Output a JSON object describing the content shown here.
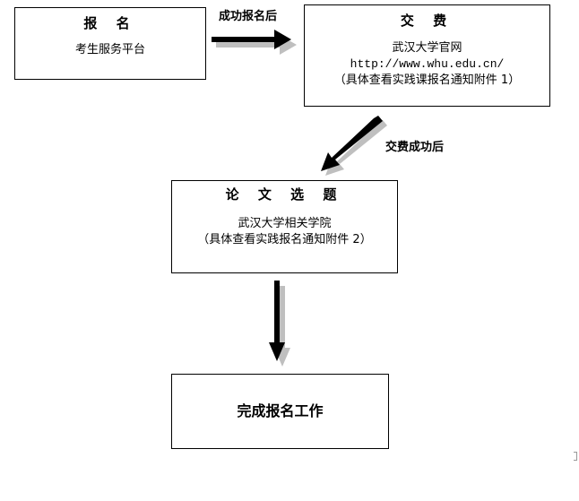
{
  "flowchart": {
    "register": {
      "title": "报 名",
      "platform": "考生服务平台"
    },
    "arrow_labels": {
      "after_register": "成功报名后",
      "after_payment": "交费成功后"
    },
    "payment": {
      "title": "交 费",
      "site_name": "武汉大学官网",
      "url": "http://www.whu.edu.cn/",
      "note": "（具体查看实践课报名通知附件 1）"
    },
    "topic": {
      "title": "论 文 选 题",
      "school": "武汉大学相关学院",
      "note": "（具体查看实践报名通知附件 2）"
    },
    "done": {
      "title": "完成报名工作"
    }
  },
  "colors": {
    "stroke": "#000000",
    "arrow_shadow": "#bfbfbf",
    "background": "#ffffff"
  }
}
